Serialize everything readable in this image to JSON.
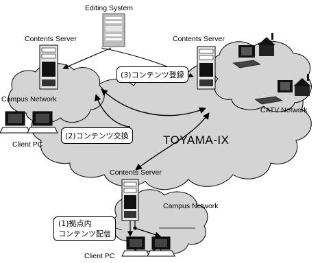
{
  "editing_system": {
    "label": "Editing System"
  },
  "servers": {
    "left_label": "Contents Server",
    "right_label": "Contents  Server",
    "bottom_label": "Contents Server"
  },
  "networks": {
    "campus_top": "Campus Network",
    "campus_bottom": "Campus Network",
    "catv": "CATV Network",
    "ix": "TOYAMA-IX"
  },
  "clients": {
    "top_label": "Client PC",
    "bottom_label": "Client PC"
  },
  "callouts": {
    "register": "(3)コンテンツ登録",
    "exchange": "(2)コンテンツ交換",
    "local_line1": "(1)拠点内",
    "local_line2": "コンテンツ配信"
  },
  "colors": {
    "line": "#000000",
    "cloud_fill": "#d4d4d4",
    "background": "#ffffff"
  }
}
